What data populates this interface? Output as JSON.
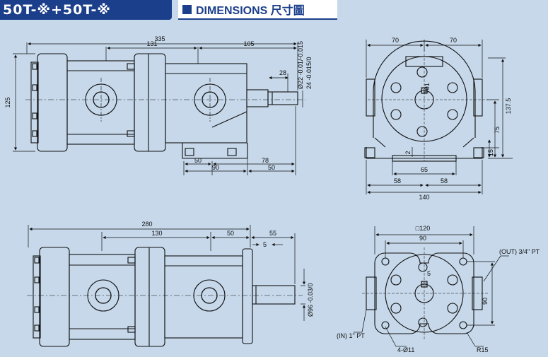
{
  "header": {
    "model": "50T-※+50T-※",
    "title": "DIMENSIONS 尺寸圖"
  },
  "top_side": {
    "dims": [
      "335",
      "131",
      "105",
      "28",
      "125",
      "50",
      "78",
      "90",
      "50"
    ],
    "shaft_tol": [
      "Ø22 -0.01/-0.015",
      "24 -0.015/0"
    ]
  },
  "top_front": {
    "dims": [
      "70",
      "70",
      "137.5",
      "75",
      "15",
      "2",
      "65",
      "58",
      "58",
      "140"
    ],
    "key": "T01"
  },
  "bottom_side": {
    "dims": [
      "280",
      "130",
      "50",
      "55",
      "5"
    ],
    "shaft_tol": "Ø96 -0.03/0"
  },
  "bottom_front": {
    "dims": [
      "□120",
      "90",
      "90",
      "5"
    ],
    "labels": {
      "out": "(OUT) 3/4\" PT",
      "in": "(IN) 1\" PT",
      "holes": "4-Ø11",
      "radius": "R15"
    }
  }
}
